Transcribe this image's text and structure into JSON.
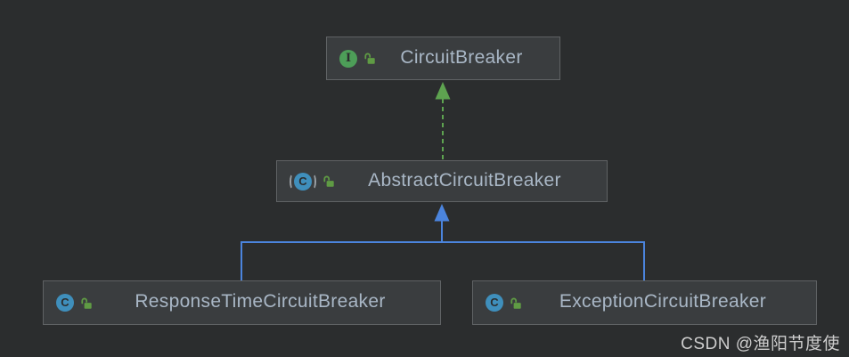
{
  "diagram": {
    "type": "uml-class-diagram",
    "tool": "IntelliJ IDEA diagram (Darcula theme)",
    "nodes": [
      {
        "id": "circuit-breaker",
        "label": "CircuitBreaker",
        "kind": "interface",
        "icon": "interface-icon",
        "icon_letter": "I",
        "modifier_icon": "open-lock-icon",
        "visibility": "public"
      },
      {
        "id": "abstract-circuit-breaker",
        "label": "AbstractCircuitBreaker",
        "kind": "abstract-class",
        "icon": "abstract-class-icon",
        "icon_letter": "C",
        "modifier_icon": "open-lock-icon",
        "visibility": "public"
      },
      {
        "id": "response-time-circuit-breaker",
        "label": "ResponseTimeCircuitBreaker",
        "kind": "class",
        "icon": "class-icon",
        "icon_letter": "C",
        "modifier_icon": "open-lock-icon",
        "visibility": "public"
      },
      {
        "id": "exception-circuit-breaker",
        "label": "ExceptionCircuitBreaker",
        "kind": "class",
        "icon": "class-icon",
        "icon_letter": "C",
        "modifier_icon": "open-lock-icon",
        "visibility": "public"
      }
    ],
    "edges": [
      {
        "from": "AbstractCircuitBreaker",
        "to": "CircuitBreaker",
        "type": "implements",
        "line_style": "dashed",
        "color": "#5EA350"
      },
      {
        "from": "ResponseTimeCircuitBreaker",
        "to": "AbstractCircuitBreaker",
        "type": "extends",
        "line_style": "solid",
        "color": "#4B84DD"
      },
      {
        "from": "ExceptionCircuitBreaker",
        "to": "AbstractCircuitBreaker",
        "type": "extends",
        "line_style": "solid",
        "color": "#4B84DD"
      }
    ],
    "colors": {
      "background": "#2B2D2E",
      "node_background": "#3A3D3F",
      "node_border": "#5F6264",
      "node_text": "#A9B7C6",
      "implements_edge": "#5EA350",
      "extends_edge": "#4B84DD",
      "interface_icon_fill": "#4D9E58",
      "class_icon_fill": "#3F8FBC",
      "abstract_paren": "#9AA0A5",
      "lock_icon": "#5F9B44",
      "watermark_text": "#CDCDCD"
    }
  },
  "watermark": {
    "text": "CSDN @渔阳节度使"
  }
}
